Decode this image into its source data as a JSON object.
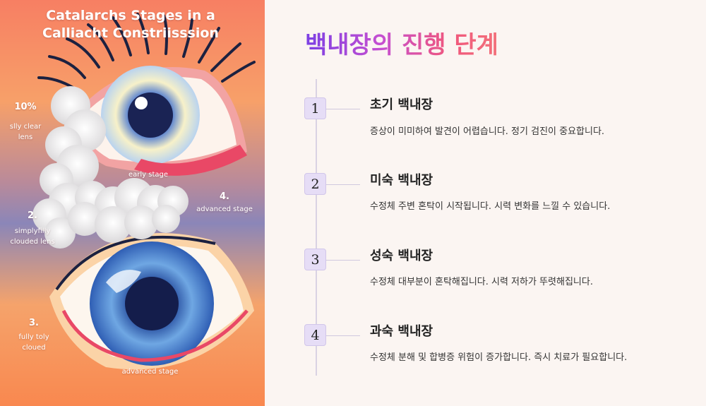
{
  "illustration": {
    "title_line1": "Catalarchs Stages in a",
    "title_line2": "Calliacht Constriisssion",
    "labels": {
      "pct": "10%",
      "pct_sub1": "slly clear",
      "pct_sub2": "lens",
      "early": "early stage",
      "n2": "2.",
      "n2_sub1": "simplyfilly",
      "n2_sub2": "clouded lens",
      "n4": "4.",
      "n4_sub": "advanced stage",
      "n3": "3.",
      "n3_sub1": "fully toly",
      "n3_sub2": "cloued",
      "advanced": "advanced stage"
    }
  },
  "page": {
    "title": "백내장의 진행 단계"
  },
  "steps": [
    {
      "number": "1",
      "title": "초기 백내장",
      "description": "증상이 미미하여 발견이 어렵습니다. 정기 검진이 중요합니다."
    },
    {
      "number": "2",
      "title": "미숙 백내장",
      "description": "수정체 주변 혼탁이 시작됩니다. 시력 변화를 느낄 수 있습니다."
    },
    {
      "number": "3",
      "title": "성숙 백내장",
      "description": "수정체 대부분이 혼탁해집니다. 시력 저하가 뚜렷해집니다."
    },
    {
      "number": "4",
      "title": "과숙 백내장",
      "description": "수정체 분해 및 합병증 위험이 증가합니다. 즉시 치료가 필요합니다."
    }
  ]
}
